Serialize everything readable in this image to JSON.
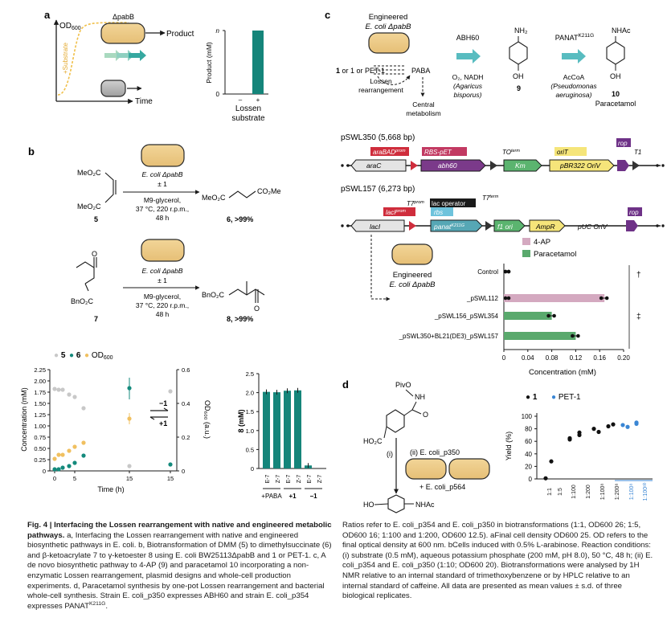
{
  "figure": {
    "caption_title": "Fig. 4 | Interfacing the Lossen rearrangement with native and engineered metabolic pathways.",
    "caption_left": "a, Interfacing the Lossen rearrangement with native and engineered biosynthetic pathways in E. coli. b, Biotransformation of DMM (5) to dimethylsuccinate (6) and β-ketoacrylate 7 to γ-ketoester 8 using E. coli BW25113ΔpabB and 1 or PET-1. c, A de novo biosynthetic pathway to 4-AP (9) and paracetamol 10 incorporating a non-enzymatic Lossen rearrangement, plasmid designs and whole-cell production experiments. d, Paracetamol synthesis by one-pot Lossen rearrangement and bacterial whole-cell synthesis. Strain E. coli_p350 expresses ABH60 and strain E. coli_p354 expresses PANAT",
    "caption_left_sup": "K211G",
    "caption_right": "Ratios refer to E. coli_p354 and E. coli_p350 in biotransformations (1:1, OD600 26; 1:5, OD600 16; 1:100 and 1:200, OD600 12.5). aFinal cell density OD600 25. OD refers to the final optical density at 600 nm. bCells induced with 0.5% L-arabinose. Reaction conditions: (i) substrate (0.5 mM), aqueous potassium phosphate (200 mM, pH 8.0), 50 °C, 48 h; (ii) E. coli_p354 and E. coli_p350 (1:10; OD600 20). Biotransformations were analysed by 1H NMR relative to an internal standard of trimethoxybenzene or by HPLC relative to an internal standard of caffeine. All data are presented as mean values ± s.d. of three biological replicates."
  },
  "panel_a": {
    "label": "a",
    "y_axis": "OD",
    "y_axis_sub": "600",
    "x_axis": "Time",
    "substrate_label": "+Substrate",
    "strain_label": "ΔpabB",
    "product_label": "Product",
    "bar_chart": {
      "ylabel": "Product (mM)",
      "ytick": "n",
      "ytick0": "0",
      "categories": [
        "–",
        "+"
      ],
      "xlabel_line1": "Lossen",
      "xlabel_line2": "substrate",
      "values": [
        0,
        1
      ]
    }
  },
  "panel_b": {
    "label": "b",
    "strain": "E. coli ΔpabB",
    "additive": "± 1",
    "cond1": "M9-glycerol,",
    "cond2": "37 °C, 220 r.p.m.,",
    "cond3": "48 h",
    "sub5_top": "MeO₂C",
    "sub5_bottom": "MeO₂C",
    "label5": "5",
    "prod6_left": "MeO₂C",
    "prod6_right": "CO₂Me",
    "label6": "6, >99%",
    "sub7_bottom": "BnO₂C",
    "label7": "7",
    "prod8_left": "BnO₂C",
    "label8": "8, >99%",
    "O_label": "O"
  },
  "panel_b_chart1": {
    "legend5": "5",
    "legend6": "6",
    "legendOD": "OD",
    "legendOD_sub": "600",
    "ylabel": "Concentration (mM)",
    "ylabel_right": "OD₆₀₀ (a.u.)",
    "xlabel": "Time (h)",
    "arrow_minus": "−1",
    "arrow_plus": "+1",
    "yticks": [
      "0",
      "0.25",
      "0.50",
      "0.75",
      "1.00",
      "1.25",
      "1.50",
      "1.75",
      "2.00",
      "2.25"
    ],
    "yticks_right": [
      "0",
      "0.2",
      "0.4",
      "0.6"
    ],
    "xticks": [
      "0",
      "5",
      "15",
      "15"
    ]
  },
  "panel_b_chart2": {
    "ylabel": "8 (mM)",
    "yticks": [
      "0",
      "0.5",
      "1.0",
      "1.5",
      "2.0",
      "2.5"
    ],
    "categories": [
      "E-7",
      "Z-7",
      "E-7",
      "Z-7",
      "E-7",
      "Z-7"
    ],
    "groups": [
      "+PABA",
      "+1",
      "−1"
    ]
  },
  "panel_c": {
    "label": "c",
    "engineered": "Engineered",
    "strain": "E. coli ΔpabB",
    "start_label": "1 or PET-1",
    "paba": "PABA",
    "lossen1": "Lossen",
    "lossen2": "rearrangement",
    "central1": "Central",
    "central2": "metabolism",
    "abh60": "ABH60",
    "abh60_cond1": "O₂, NADH",
    "abh60_cond2": "(Agaricus",
    "abh60_cond3": "bisporus)",
    "panat": "PANAT",
    "panat_sup": "K211G",
    "panat_cond1": "AcCoA",
    "panat_cond2": "(Pseudomonas",
    "panat_cond3": "aeruginosa)",
    "nh2": "NH₂",
    "nhac": "NHAc",
    "oh": "OH",
    "label9": "9",
    "label10": "10",
    "paracetamol": "Paracetamol",
    "plasmid1": "pSWL350 (5,668 bp)",
    "plasmid1_parts": [
      "araBAD",
      "RBS-pET",
      "TO",
      "oriT",
      "rop",
      "T1",
      "araC",
      "abh60",
      "Km",
      "pBR322 OriV"
    ],
    "plasmid2": "pSWL157 (6,273 bp)",
    "plasmid2_parts": [
      "T7",
      "lac operator",
      "T7",
      "lacI",
      "rbs",
      "rop",
      "lacI",
      "panat",
      "f1 ori",
      "AmpR",
      "pUC OriV"
    ],
    "prom": "prom",
    "term": "term",
    "k211g": "K211G",
    "chart": {
      "type": "bar",
      "legend": [
        "4-AP",
        "Paracetamol"
      ],
      "categories": [
        "Control",
        "_pSWL112",
        "_pSWL156_pSWL354",
        "_pSWL350+BL21(DE3)_pSWL157"
      ],
      "series": [
        {
          "name": "4-AP",
          "values": [
            0,
            0.168,
            0,
            0
          ]
        },
        {
          "name": "Paracetamol",
          "values": [
            0,
            0,
            0.08,
            0.12
          ]
        }
      ],
      "xlabel": "Concentration (mM)",
      "xticks": [
        "0",
        "0.04",
        "0.08",
        "0.12",
        "0.16",
        "0.20"
      ],
      "xlim": [
        0,
        0.2
      ],
      "sig1": "†",
      "sig2": "‡",
      "colors": {
        "4-AP": "#d4a9c0",
        "Paracetamol": "#5aa96d"
      }
    }
  },
  "panel_d": {
    "label": "d",
    "pivo": "PivO",
    "nh": "NH",
    "o": "O",
    "ho2c": "HO₂C",
    "step_i": "(i)",
    "step_ii": "(ii) E. coli_p350",
    "step_ii2": "+ E. coli_p564",
    "ho": "HO",
    "nhac": "NHAc",
    "chart": {
      "type": "scatter",
      "legend": [
        "1",
        "PET-1"
      ],
      "ylabel": "Yield (%)",
      "yticks": [
        "0",
        "20",
        "40",
        "60",
        "80",
        "100"
      ],
      "ylim": [
        0,
        100
      ],
      "categories": [
        "1:1",
        "1:5",
        "1:100",
        "1:200",
        "1:100ᵃ",
        "1:200ᵃ",
        "1:100ᵃ",
        "1:100ᵃᵇ"
      ],
      "colors": {
        "1": "#111111",
        "PET-1": "#3a86d4"
      }
    }
  }
}
